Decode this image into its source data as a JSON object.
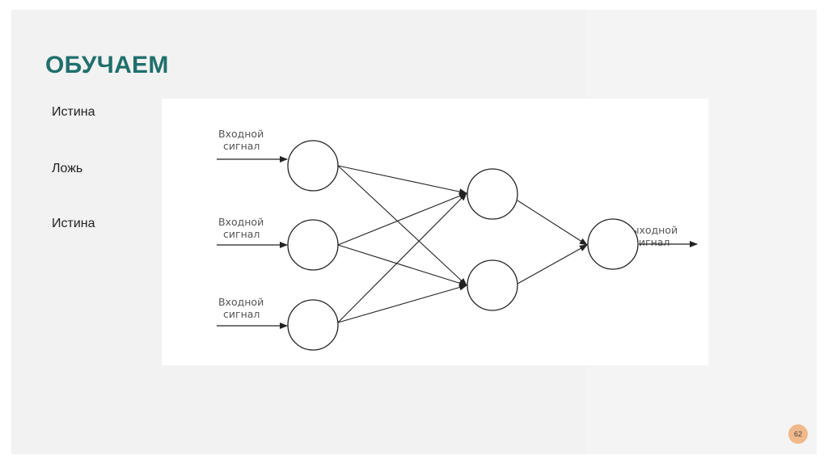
{
  "slide": {
    "title": "ОБУЧАЕМ",
    "bullets": [
      "Истина",
      "Ложь",
      "Истина"
    ],
    "page_number": "62"
  },
  "diagram": {
    "input_label_line1": "Входной",
    "input_label_line2": "сигнал",
    "output_label_line1": "Выходной",
    "output_label_line2": "сигнал"
  },
  "colors": {
    "title": "#1f6f6c",
    "badge": "#f0b98a"
  }
}
